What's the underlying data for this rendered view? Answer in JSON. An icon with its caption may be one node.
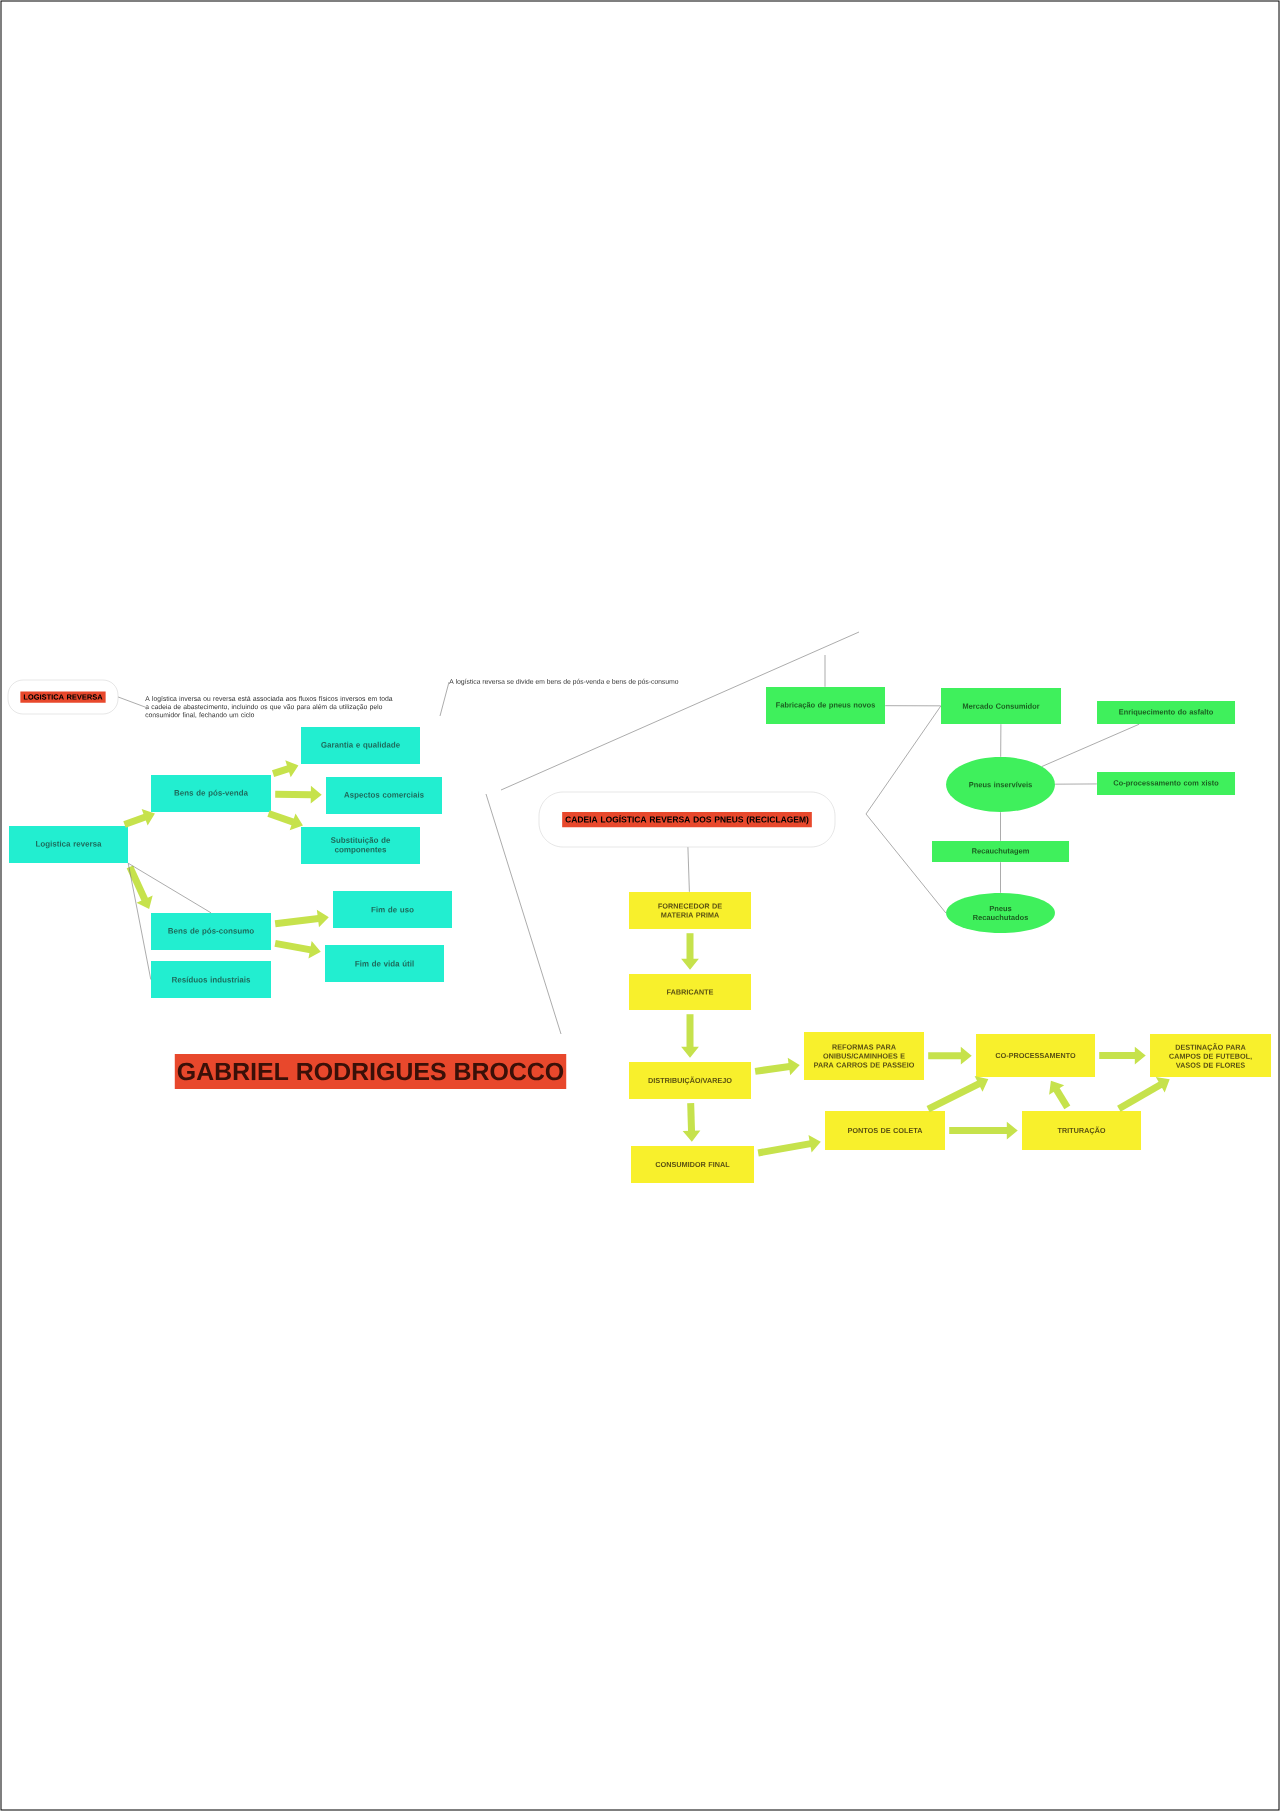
{
  "diagram": {
    "nodes": [
      {
        "text": [
          "LOGISTICA REVERSA"
        ]
      },
      {
        "text": [
          "A logística inversa ou reversa está associada aos fluxos físicos inversos em toda a cadeia de abastecimento, incluindo os que vão para além da utilização pelo consumidor final, fechando um ciclo"
        ]
      },
      {
        "text": [
          "A logística reversa se divide em bens de pós-venda e bens de pós-consumo"
        ]
      },
      {
        "text": [
          "Logistica reversa"
        ]
      },
      {
        "text": [
          "Bens de pós-venda"
        ]
      },
      {
        "text": [
          "Garantia e qualidade"
        ]
      },
      {
        "text": [
          "Aspectos comerciais"
        ]
      },
      {
        "text": [
          "Substituição de componentes"
        ]
      },
      {
        "text": [
          "Bens de pós-consumo"
        ]
      },
      {
        "text": [
          "Resíduos industriais"
        ]
      },
      {
        "text": [
          "Fim de uso"
        ]
      },
      {
        "text": [
          "Fim de vida útil"
        ]
      },
      {
        "text": [
          "GABRIEL RODRIGUES BROCCO"
        ]
      },
      {
        "text": [
          "CADEIA LOGÍSTICA REVERSA DOS PNEUS (RECICLAGEM)"
        ]
      },
      {
        "text": [
          "FORNECEDOR DE MATERIA PRIMA"
        ]
      },
      {
        "text": [
          "FABRICANTE"
        ]
      },
      {
        "text": [
          "DISTRIBUIÇÃO/VAREJO"
        ]
      },
      {
        "text": [
          "CONSUMIDOR FINAL"
        ]
      },
      {
        "text": [
          "REFORMAS PARA ONIBUS/CAMINHOES E PARA CARROS DE PASSEIO"
        ]
      },
      {
        "text": [
          "PONTOS DE COLETA"
        ]
      },
      {
        "text": [
          "CO-PROCESSAMENTO"
        ]
      },
      {
        "text": [
          "TRITURAÇÃO"
        ]
      },
      {
        "text": [
          "DESTINAÇÃO PARA CAMPOS DE FUTEBOL, VASOS DE FLORES"
        ]
      },
      {
        "text": [
          "Fabricação de pneus novos"
        ]
      },
      {
        "text": [
          "Mercado Consumidor"
        ]
      },
      {
        "text": [
          "Enriquecimento do asfalto"
        ]
      },
      {
        "text": [
          "Pneus inservíveis"
        ]
      },
      {
        "text": [
          "Co-processamento com xisto"
        ]
      },
      {
        "text": [
          "Recauchutagem"
        ]
      },
      {
        "text": [
          "Pneus Recauchutados"
        ]
      }
    ],
    "edges": [
      {
        "from": 0,
        "to": 1,
        "arrow": "none",
        "color": "#737373"
      },
      {
        "from": null,
        "to": 2,
        "arrow": "none",
        "color": "#737373"
      },
      {
        "from": 3,
        "to": 4,
        "arrow": "to"
      },
      {
        "from": 4,
        "to": 5,
        "arrow": "to"
      },
      {
        "from": 4,
        "to": 6,
        "arrow": "to"
      },
      {
        "from": 4,
        "to": 7,
        "arrow": "to"
      },
      {
        "from": 3,
        "to": 8,
        "arrow": "to"
      },
      {
        "from": 8,
        "to": 3,
        "arrow": "none",
        "color": "#737373"
      },
      {
        "from": 9,
        "to": 3,
        "arrow": "none",
        "color": "#737373"
      },
      {
        "from": 8,
        "to": 10,
        "arrow": "to"
      },
      {
        "from": 8,
        "to": 11,
        "arrow": "to"
      },
      {
        "from": 13,
        "to": 14,
        "arrow": "none",
        "color": "#737373"
      },
      {
        "from": 14,
        "to": 15,
        "arrow": "to"
      },
      {
        "from": 15,
        "to": 16,
        "arrow": "to"
      },
      {
        "from": 16,
        "to": 17,
        "arrow": "to"
      },
      {
        "from": 16,
        "to": 18,
        "arrow": "to"
      },
      {
        "from": 17,
        "to": 19,
        "arrow": "to"
      },
      {
        "from": 18,
        "to": 20,
        "arrow": "to"
      },
      {
        "from": 19,
        "to": 21,
        "arrow": "to"
      },
      {
        "from": 19,
        "to": 20,
        "arrow": "to"
      },
      {
        "from": 21,
        "to": 20,
        "arrow": "to"
      },
      {
        "from": 20,
        "to": 22,
        "arrow": "to"
      },
      {
        "from": 21,
        "to": 22,
        "arrow": "to"
      },
      {
        "from": null,
        "to": 23,
        "arrow": "none",
        "color": "#737373"
      },
      {
        "from": 23,
        "to": 24,
        "arrow": "none",
        "color": "#737373"
      },
      {
        "from": 24,
        "to": 26,
        "arrow": "none",
        "color": "#737373"
      },
      {
        "from": 26,
        "to": 25,
        "arrow": "none",
        "color": "#737373"
      },
      {
        "from": 26,
        "to": 27,
        "arrow": "none",
        "color": "#737373"
      },
      {
        "from": 26,
        "to": 28,
        "arrow": "none",
        "color": "#737373"
      },
      {
        "from": 28,
        "to": 29,
        "arrow": "none",
        "color": "#737373"
      },
      {
        "from": 29,
        "to": 24,
        "arrow": "none",
        "color": "#737373"
      }
    ]
  }
}
